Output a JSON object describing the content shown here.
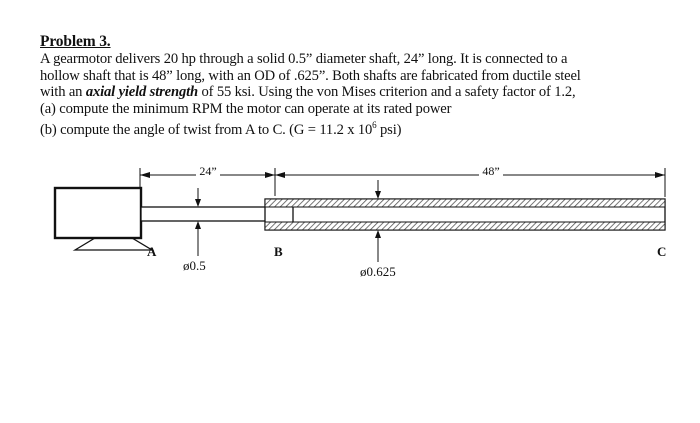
{
  "problem": {
    "title": "Problem 3.",
    "line1": "A gearmotor delivers 20 hp through a solid 0.5” diameter shaft, 24” long. It is connected to a",
    "line2": "hollow shaft that is 48” long, with an OD of .625”. Both shafts are fabricated from ductile steel",
    "line3_pre": "with an ",
    "line3_emph": "axial yield strength",
    "line3_post": " of 55 ksi. Using the von Mises criterion and a safety factor of 1.2,",
    "line4": "(a) compute the minimum RPM the motor can operate at its rated power",
    "line5_pre": "(b) compute the angle of twist from A to C. (G = 11.2 x 10",
    "line5_sup": "6",
    "line5_post": " psi)"
  },
  "figure": {
    "dim_left_label": "24”",
    "dim_right_label": "48”",
    "point_a": "A",
    "point_b": "B",
    "point_c": "C",
    "dia_solid": "ø0.5",
    "dia_hollow": "ø0.625"
  }
}
